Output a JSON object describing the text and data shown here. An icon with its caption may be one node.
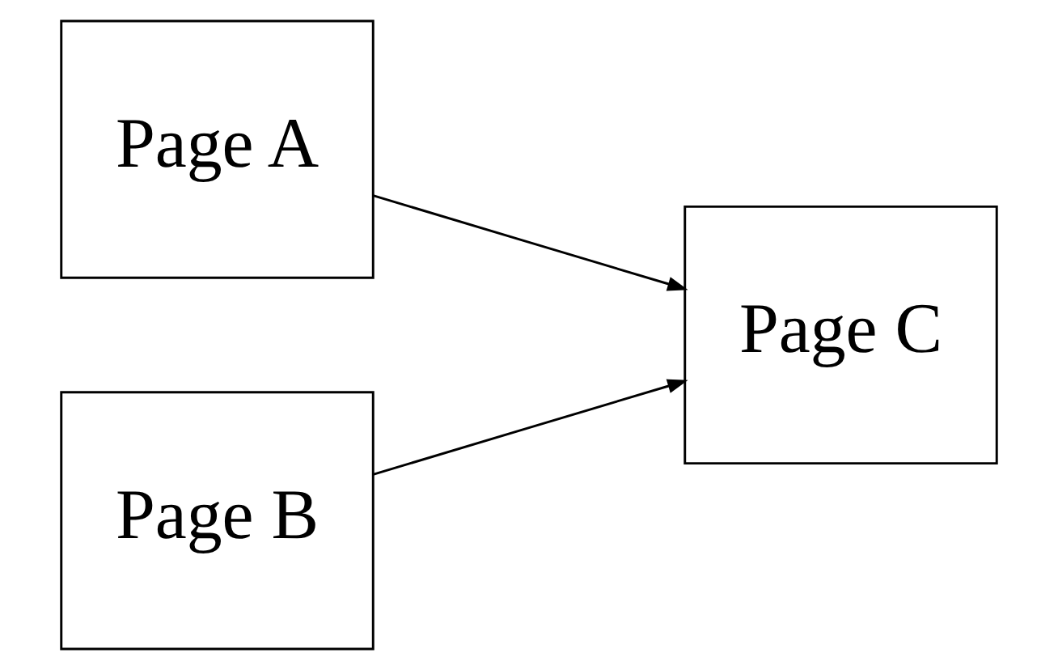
{
  "diagram": {
    "nodes": [
      {
        "text": [
          "Page A"
        ]
      },
      {
        "text": [
          "Page B"
        ]
      },
      {
        "text": [
          "Page C"
        ]
      }
    ],
    "edges": [
      {
        "from": 0,
        "to": 2,
        "arrow": "to"
      },
      {
        "from": 1,
        "to": 2,
        "arrow": "to"
      }
    ]
  }
}
